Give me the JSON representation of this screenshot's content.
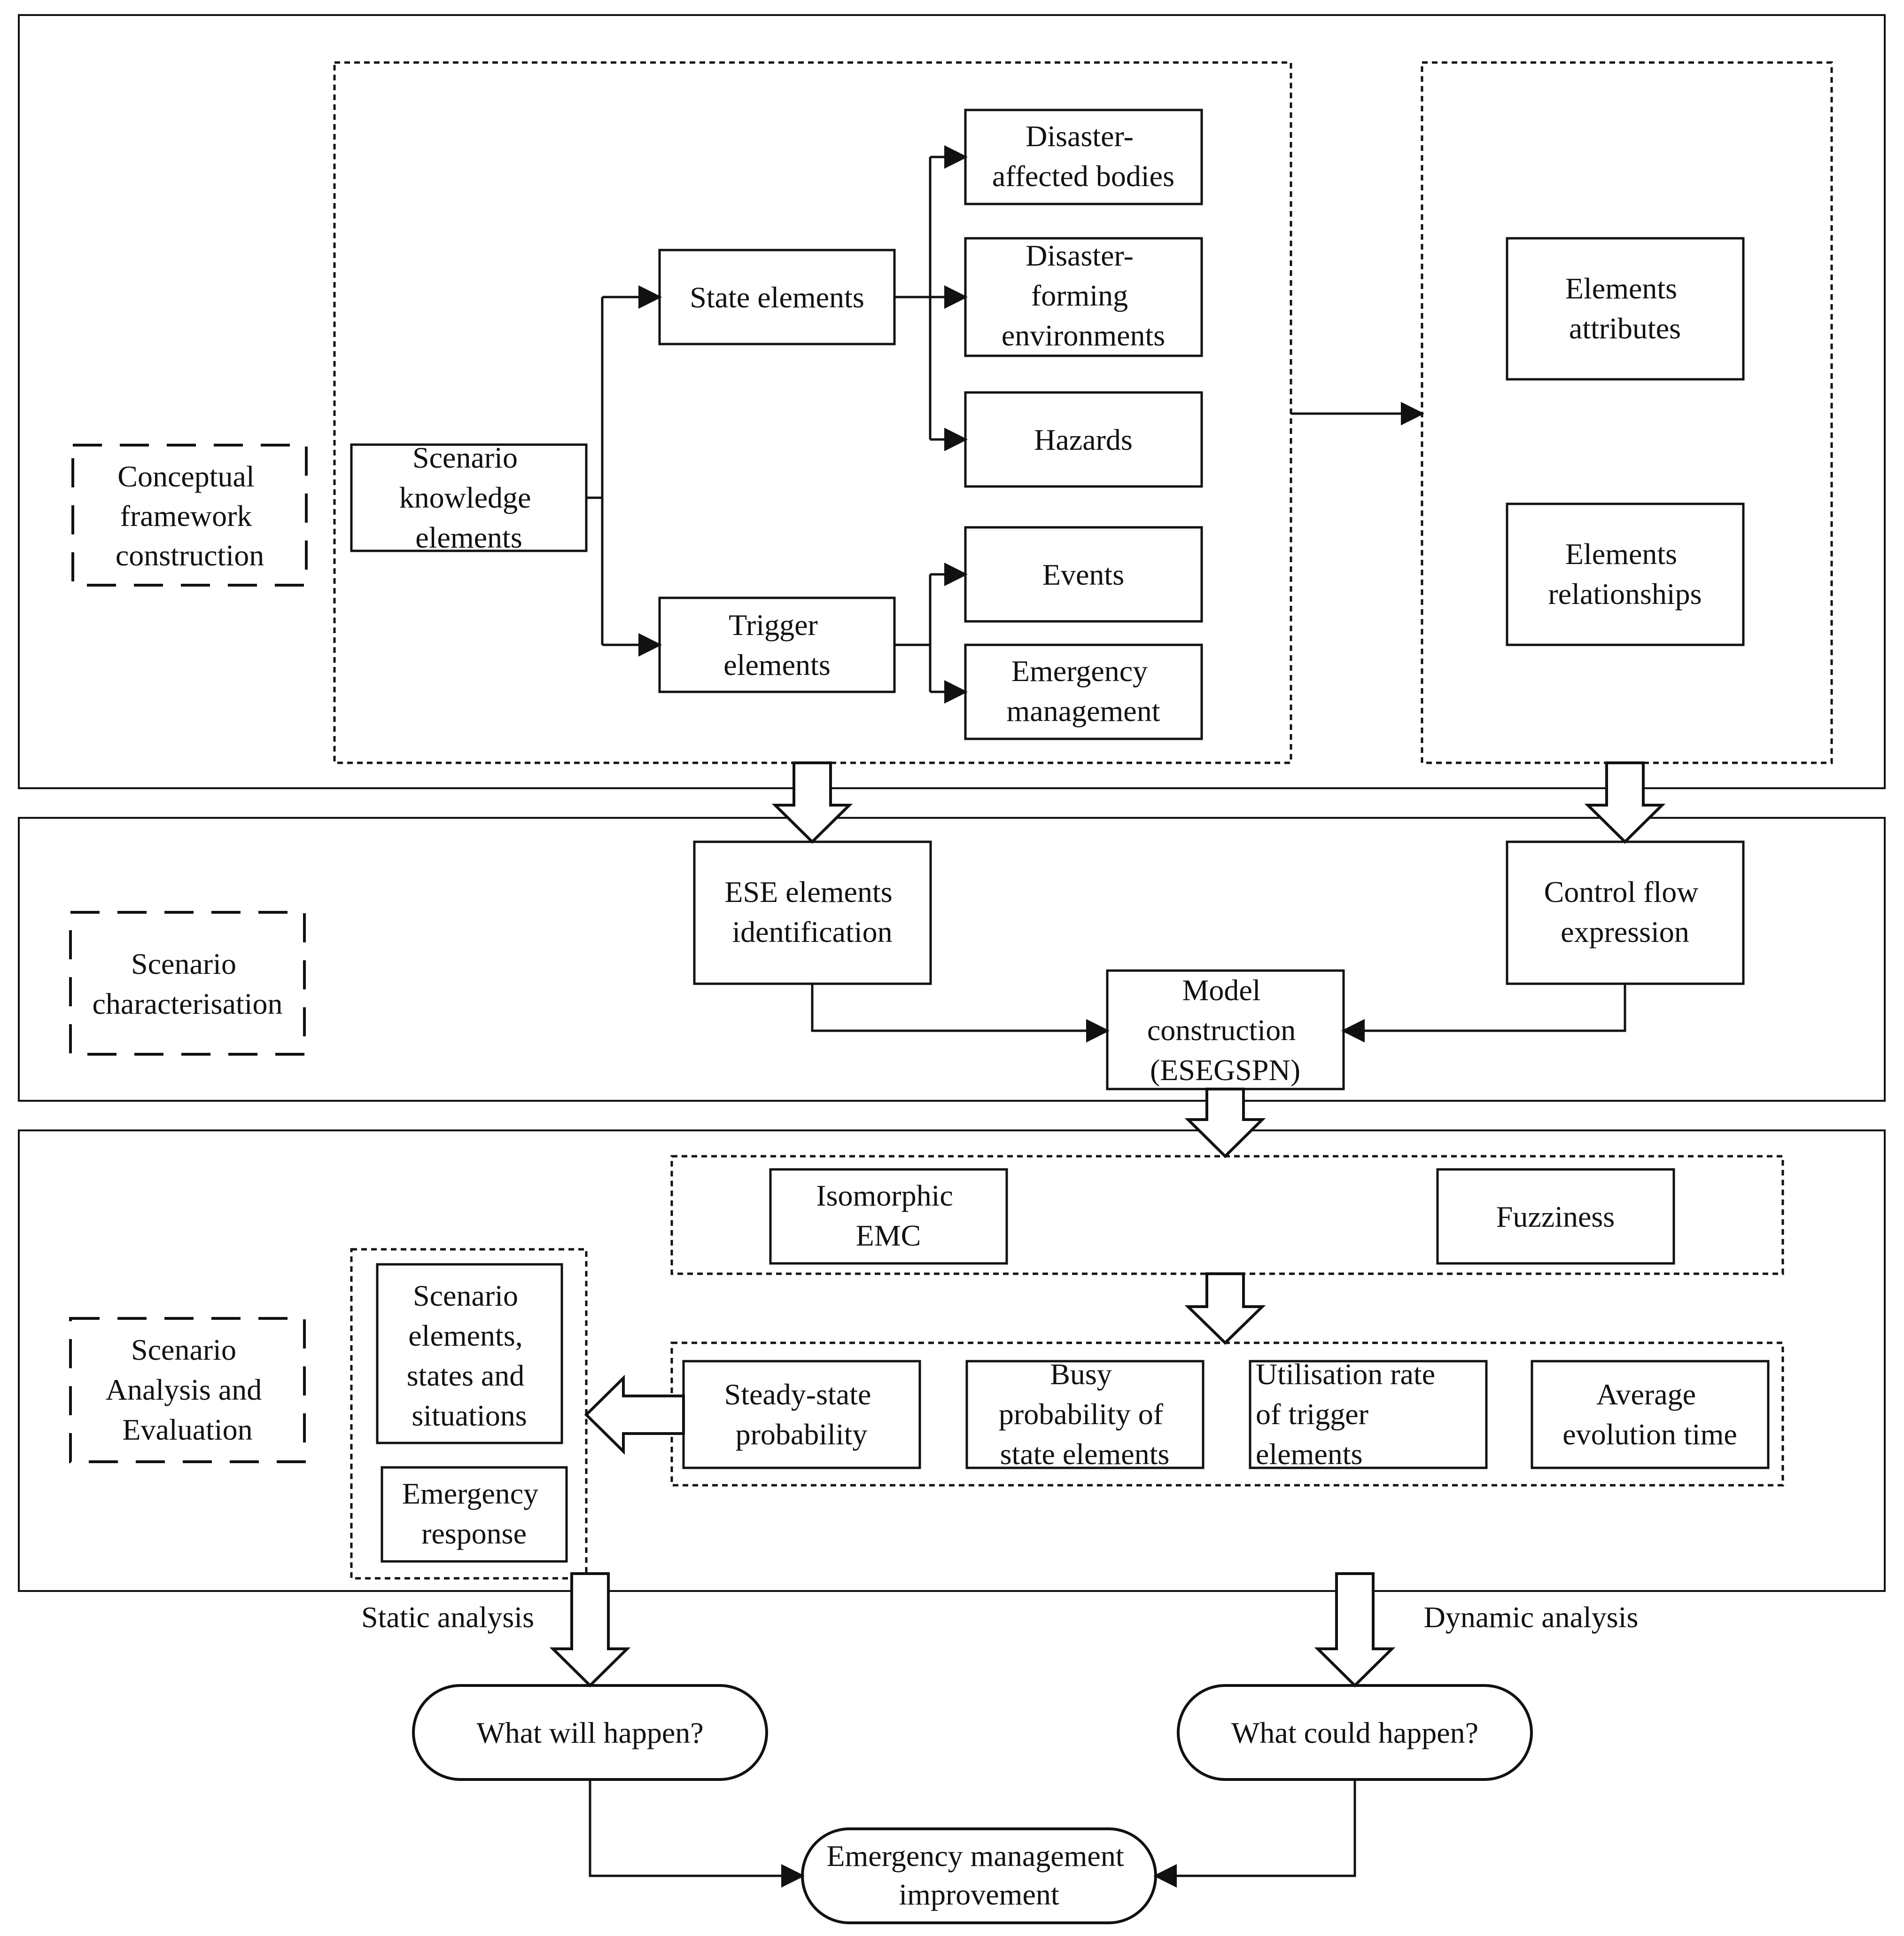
{
  "diagram": {
    "sections": [
      {
        "id": "conceptual",
        "label": [
          "Conceptual",
          "framework",
          "construction"
        ]
      },
      {
        "id": "characterisation",
        "label": [
          "Scenario",
          "characterisation"
        ]
      },
      {
        "id": "analysis",
        "label": [
          "Scenario",
          "Analysis and",
          "Evaluation"
        ]
      }
    ],
    "nodes": [
      {
        "id": "scenario-knowledge",
        "lines": [
          "Scenario",
          "knowledge",
          "elements"
        ]
      },
      {
        "id": "state-elements",
        "lines": [
          "State elements"
        ]
      },
      {
        "id": "trigger-elements",
        "lines": [
          "Trigger",
          "elements"
        ]
      },
      {
        "id": "disaster-affected",
        "lines": [
          "Disaster-",
          "affected bodies"
        ]
      },
      {
        "id": "disaster-forming",
        "lines": [
          "Disaster-",
          "forming",
          "environments"
        ]
      },
      {
        "id": "hazards",
        "lines": [
          "Hazards"
        ]
      },
      {
        "id": "events",
        "lines": [
          "Events"
        ]
      },
      {
        "id": "emergency-management",
        "lines": [
          "Emergency",
          "management"
        ]
      },
      {
        "id": "elements-attributes",
        "lines": [
          "Elements",
          "attributes"
        ]
      },
      {
        "id": "elements-relationships",
        "lines": [
          "Elements",
          "relationships"
        ]
      },
      {
        "id": "ese-identification",
        "lines": [
          "ESE elements",
          "identification"
        ]
      },
      {
        "id": "control-flow",
        "lines": [
          "Control flow",
          "expression"
        ]
      },
      {
        "id": "model-construction",
        "lines": [
          "Model",
          "construction",
          "(ESEGSPN)"
        ]
      },
      {
        "id": "isomorphic-emc",
        "lines": [
          "Isomorphic",
          "EMC"
        ]
      },
      {
        "id": "fuzziness",
        "lines": [
          "Fuzziness"
        ]
      },
      {
        "id": "steady-state",
        "lines": [
          "Steady-state",
          "probability"
        ]
      },
      {
        "id": "busy-probability",
        "lines": [
          "Busy",
          "probability of",
          "state elements"
        ]
      },
      {
        "id": "utilisation-rate",
        "lines": [
          "Utilisation rate",
          "of trigger",
          "elements"
        ]
      },
      {
        "id": "average-evolution",
        "lines": [
          "Average",
          "evolution time"
        ]
      },
      {
        "id": "scenario-elements-states",
        "lines": [
          "Scenario",
          "elements,",
          "states and",
          "situations"
        ]
      },
      {
        "id": "emergency-response",
        "lines": [
          "Emergency",
          "response"
        ]
      },
      {
        "id": "what-will-happen",
        "lines": [
          "What will happen?"
        ]
      },
      {
        "id": "what-could-happen",
        "lines": [
          "What could happen?"
        ]
      },
      {
        "id": "em-improvement",
        "lines": [
          "Emergency management",
          "improvement"
        ]
      }
    ],
    "edge_labels": {
      "static": "Static analysis",
      "dynamic": "Dynamic analysis"
    }
  }
}
